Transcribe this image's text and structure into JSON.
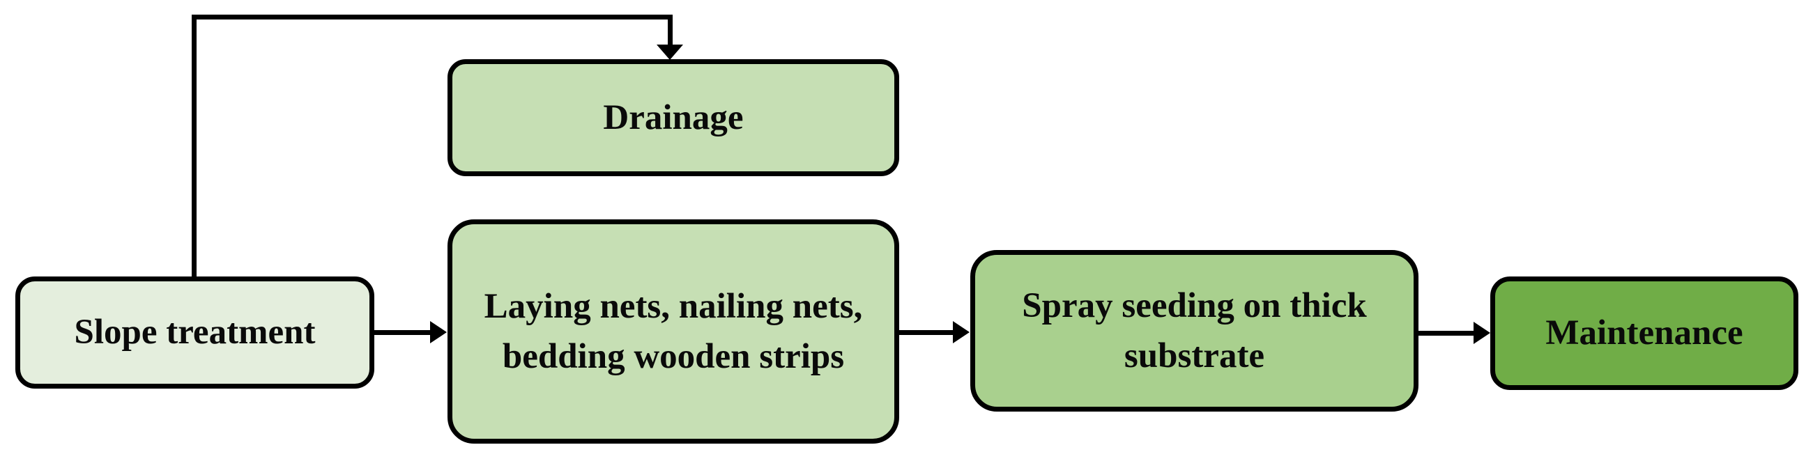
{
  "figure": {
    "type": "flowchart",
    "background": "#ffffff"
  },
  "palette": {
    "slope_fill": "#e4eedd",
    "drainage_fill": "#c6dfb4",
    "laying_fill": "#c6dfb4",
    "spray_fill": "#a9d08e",
    "maintenance_fill": "#70ad47",
    "line": "#000000",
    "text": "#0a0a0a"
  },
  "nodes": {
    "slope": {
      "label": "Slope treatment"
    },
    "drainage": {
      "label": "Drainage"
    },
    "laying": {
      "label": "Laying nets, nailing nets,\nbedding wooden strips"
    },
    "spray": {
      "label": "Spray seeding on thick\nsubstrate"
    },
    "maintenance": {
      "label": "Maintenance"
    }
  },
  "edges": [
    {
      "from": "Slope treatment",
      "to": "Drainage",
      "shape": "elbow-up-over-down",
      "arrow": "into-top-of-drainage"
    },
    {
      "from": "Slope treatment",
      "to": "Laying nets, nailing nets, bedding wooden strips",
      "shape": "straight-right"
    },
    {
      "from": "Laying nets, nailing nets, bedding wooden strips",
      "to": "Spray seeding on thick substrate",
      "shape": "straight-right"
    },
    {
      "from": "Spray seeding on thick substrate",
      "to": "Maintenance",
      "shape": "straight-right"
    }
  ]
}
